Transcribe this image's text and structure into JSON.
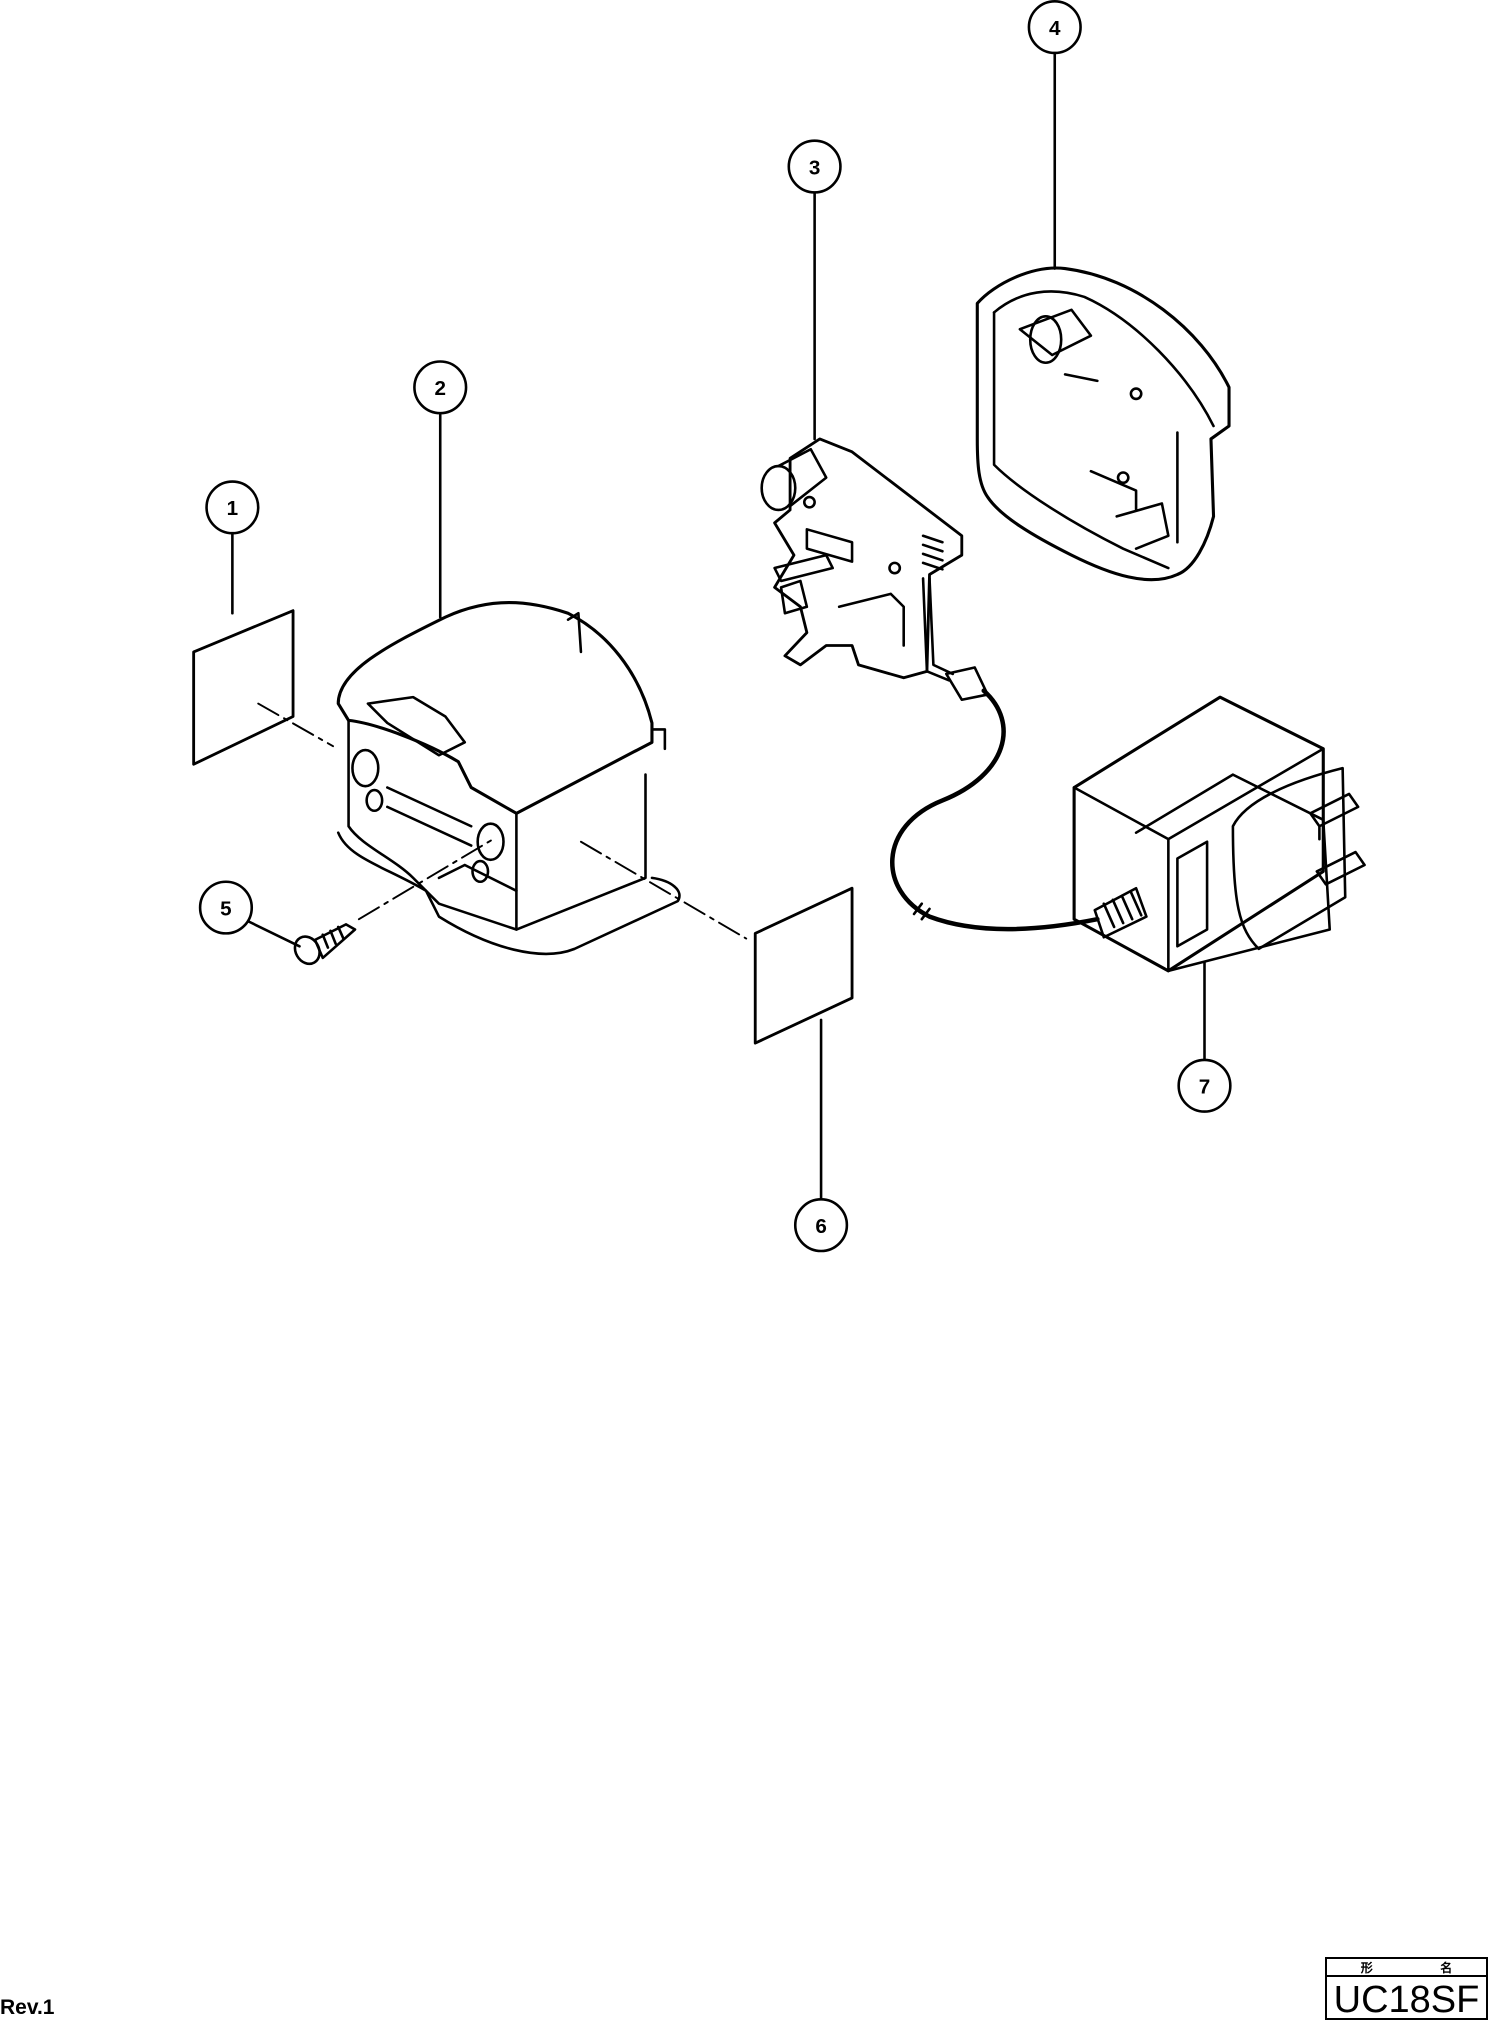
{
  "callouts": [
    "1",
    "2",
    "3",
    "4",
    "5",
    "6",
    "7"
  ],
  "revision": "Rev.1",
  "title_block": {
    "header_left": "形",
    "header_right": "名",
    "model": "UC18SF"
  }
}
